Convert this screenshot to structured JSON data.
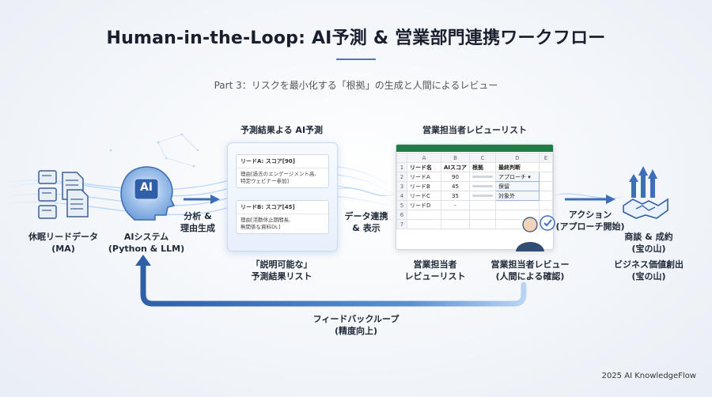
{
  "title": "Human-in-the-Loop: AI予測 & 営業部門連携ワークフロー",
  "subtitle": "Part 3：リスクを最小化する「根拠」の生成と人間によるレビュー",
  "nodes": {
    "dormant": {
      "label1": "休眠リードデータ",
      "label2": "(MA)"
    },
    "ai": {
      "icon_text": "AI",
      "label1": "AIシステム",
      "label2": "(Python & LLM)"
    },
    "analysis": {
      "label1": "分析 &",
      "label2": "理由生成"
    },
    "prediction": {
      "top_label": "予測結果よる AI予測",
      "bottom_label1": "「説明可能な」",
      "bottom_label2": "予測結果リスト",
      "card_a_head": "リードA: スコア[90]",
      "card_a_body1": "理由[過去のエンゲージメント高,",
      "card_a_body2": "特定ウェビナー参加]",
      "card_b_head": "リードB: スコア[45]",
      "card_b_body1": "理由[活動休止期間長,",
      "card_b_body2": "無関係な資料DL]"
    },
    "data_link": {
      "label1": "データ連携",
      "label2": "& 表示"
    },
    "review_list": {
      "top_label": "営業担当者レビューリスト",
      "bottom_label1": "営業担当者",
      "bottom_label2": "レビューリスト"
    },
    "reviewer": {
      "label1": "営業担当者レビュー",
      "label2": "(人間による確認)"
    },
    "action": {
      "label1": "アクション",
      "label2": "(アプローチ開始)"
    },
    "outcome": {
      "label1": "商談 & 成約",
      "label2": "(宝の山)",
      "label3": "ビジネス価値創出",
      "label4": "(宝の山)"
    },
    "feedback": {
      "label1": "フィードバックループ",
      "label2": "(精度向上)"
    }
  },
  "sheet": {
    "col_headers": [
      "",
      "A",
      "B",
      "C",
      "D",
      "E"
    ],
    "header_row": [
      "リード名",
      "AIスコア",
      "根拠",
      "最終判断"
    ],
    "rows": [
      {
        "n": "1",
        "name": "リード名",
        "score": "AIスコア",
        "basis": "根拠",
        "decision": "最終判断"
      },
      {
        "n": "2",
        "name": "リードA",
        "score": "90",
        "decision": "アプローチ"
      },
      {
        "n": "3",
        "name": "リードB",
        "score": "45",
        "decision": "保留"
      },
      {
        "n": "4",
        "name": "リードC",
        "score": "35",
        "decision": "対象外"
      },
      {
        "n": "5",
        "name": "リードD",
        "score": "-",
        "decision": ""
      },
      {
        "n": "6",
        "name": "",
        "score": "",
        "decision": ""
      },
      {
        "n": "7",
        "name": "",
        "score": "",
        "decision": ""
      }
    ]
  },
  "footer": "2025 AI KnowledgeFlow",
  "colors": {
    "accent": "#3f6fb5",
    "arrow": "#3d6fb8",
    "glow": "#8fc1ff",
    "sheet_green": "#1e7e45"
  }
}
